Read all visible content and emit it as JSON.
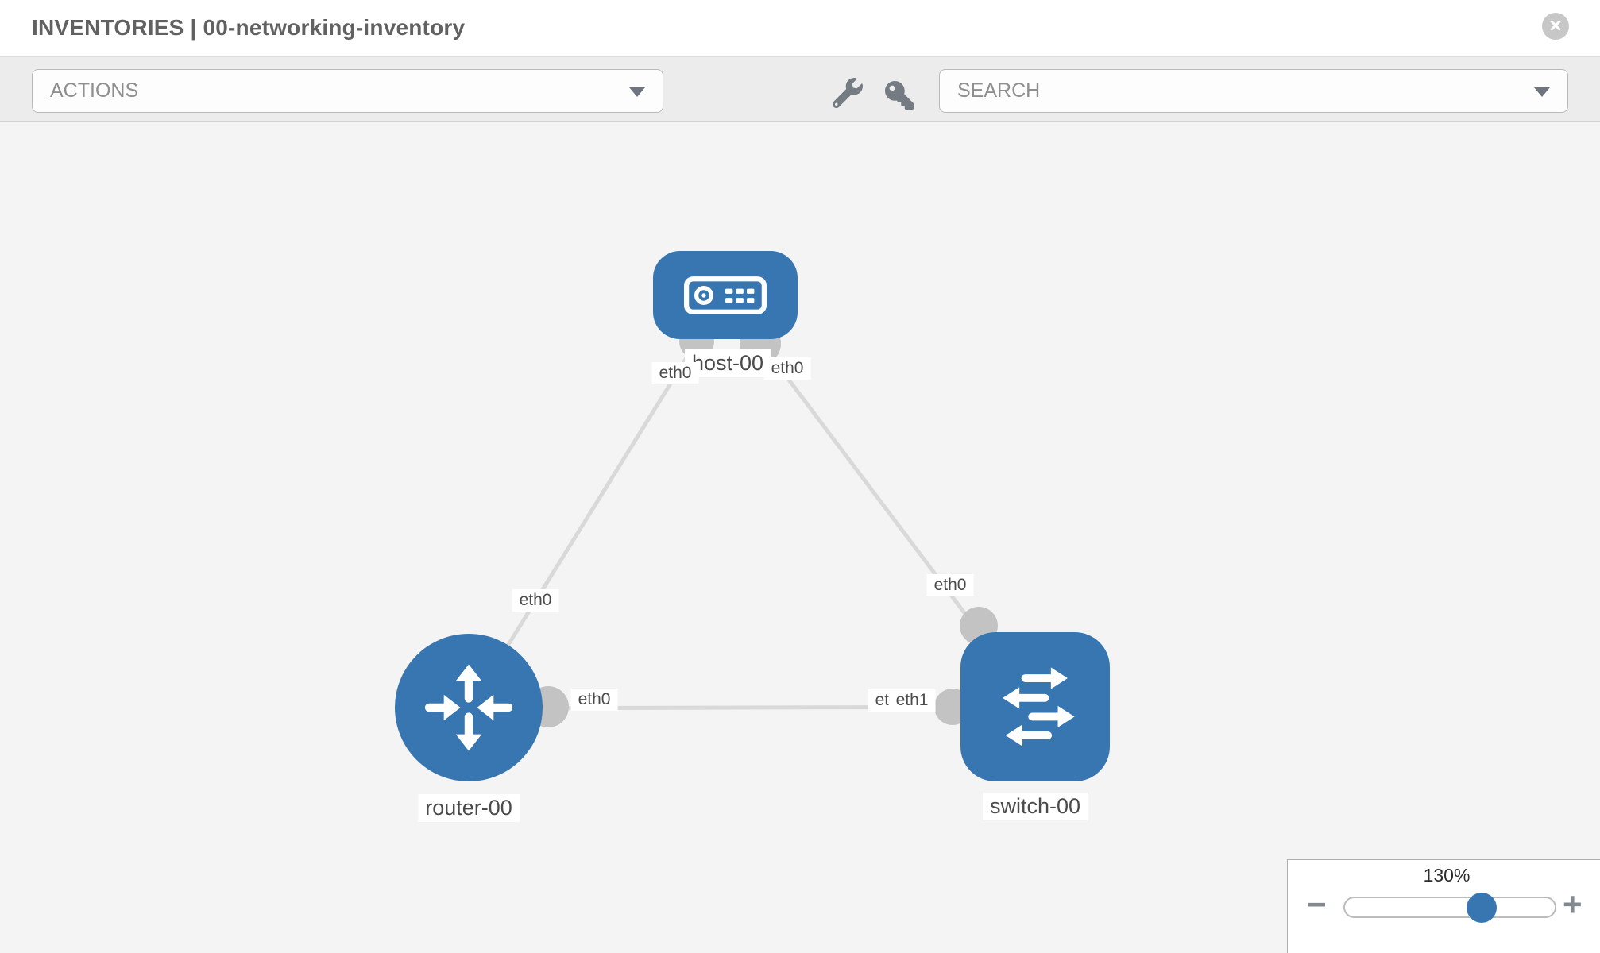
{
  "header": {
    "title": "INVENTORIES | 00-networking-inventory",
    "close_glyph": "×"
  },
  "toolbar": {
    "actions_label": "ACTIONS",
    "search_label": "SEARCH"
  },
  "topology": {
    "nodes": {
      "host": {
        "label": "host-00",
        "type": "host"
      },
      "router": {
        "label": "router-00",
        "type": "router"
      },
      "switch": {
        "label": "switch-00",
        "type": "switch"
      }
    },
    "interfaces": {
      "host_left": "eth0",
      "host_right": "eth0",
      "router_host_link": "eth0",
      "host_switch_link": "eth0",
      "router_switch_router_side": "eth0",
      "router_switch_under": "eth0",
      "router_switch_switch_side": "eth1"
    },
    "links": [
      {
        "from": "router-00",
        "to": "host-00"
      },
      {
        "from": "host-00",
        "to": "switch-00"
      },
      {
        "from": "router-00",
        "to": "switch-00"
      }
    ]
  },
  "zoom_control": {
    "level": "130%",
    "percent": 130,
    "minus_glyph": "−",
    "plus_glyph": "+"
  },
  "colors": {
    "node_blue": "#3776b1",
    "link_gray": "#d9d9d9",
    "connector_gray": "#c3c3c3",
    "canvas_bg": "#f4f4f4",
    "toolbar_bg": "#ececec"
  }
}
